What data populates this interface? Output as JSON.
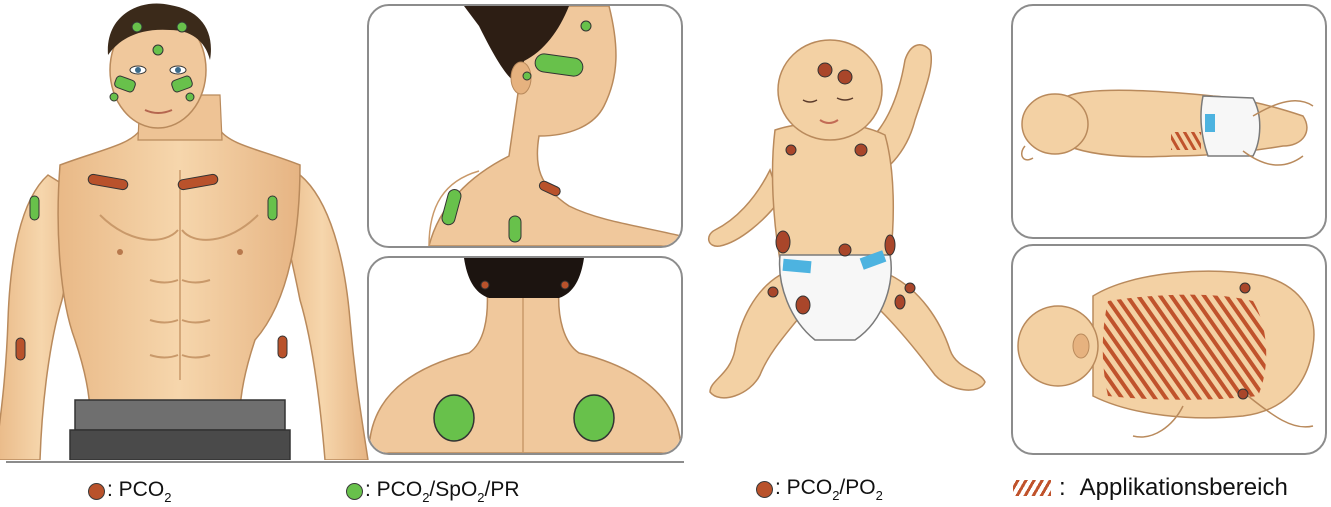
{
  "legend": {
    "pco2": {
      "prefix": ": PCO",
      "sub": "2"
    },
    "pco2_spo2_pr": {
      "p1": ": PCO",
      "s1": "2",
      "p2": "/SpO",
      "s2": "2",
      "p3": "/PR"
    },
    "pco2_po2": {
      "p1": ": PCO",
      "s1": "2",
      "p2": "/PO",
      "s2": "2"
    },
    "application_area": {
      "sep": ":",
      "label": "Applikationsbereich"
    }
  },
  "colors": {
    "pco2_marker": "#b9522b",
    "pco2_spo2_pr_marker": "#68c14b",
    "pco2_po2_marker": "#a9462a",
    "application_hatch": "#c0532c",
    "skin": "#f3d1a4",
    "skin_shadow": "#e2b381",
    "hair": "#3b2a1a",
    "diaper": "#f7f7f7",
    "tape": "#4db3e0",
    "panel_border": "#8c8c8c"
  },
  "figures": [
    {
      "name": "adult-torso-front",
      "marker_set": "PCO2 and PCO2/SpO2/PR"
    },
    {
      "name": "adult-head-side",
      "marker_set": "PCO2 and PCO2/SpO2/PR"
    },
    {
      "name": "adult-neck-back",
      "marker_set": "PCO2 and PCO2/SpO2/PR"
    },
    {
      "name": "infant-front",
      "marker_set": "PCO2/PO2"
    },
    {
      "name": "infant-side-lying",
      "marker_set": "Applikationsbereich"
    },
    {
      "name": "infant-prone",
      "marker_set": "Applikationsbereich"
    }
  ]
}
